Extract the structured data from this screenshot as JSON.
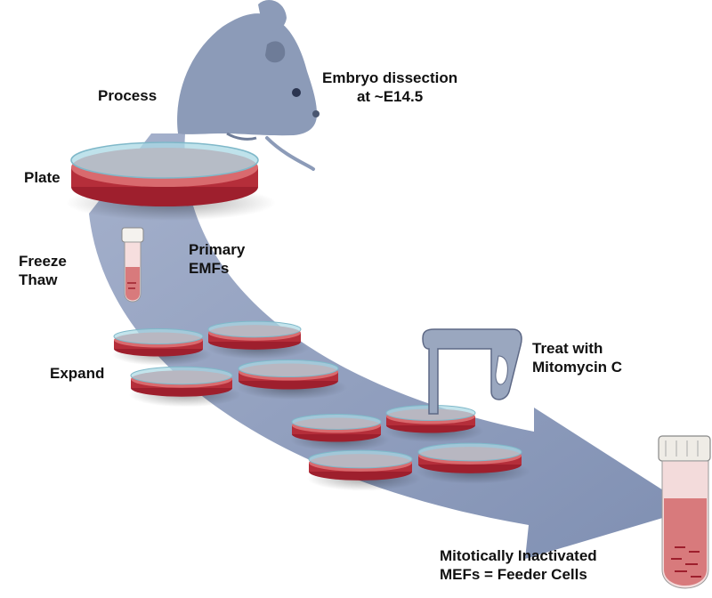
{
  "labels": {
    "process": "Process",
    "embryo_line1": "Embryo dissection",
    "embryo_line2": "at ~E14.5",
    "plate": "Plate",
    "freeze": "Freeze",
    "thaw": "Thaw",
    "primary_line1": "Primary",
    "primary_line2": "EMFs",
    "expand": "Expand",
    "treat_line1": "Treat with",
    "treat_line2": "Mitomycin C",
    "result_line1": "Mitotically Inactivated",
    "result_line2": "MEFs = Feeder Cells"
  },
  "colors": {
    "arrow": "#8e9dbd",
    "mouse": "#8c9bb8",
    "mouse_dark": "#6e7c98",
    "dish_media": "#d96a6e",
    "dish_dark": "#9e1f2d",
    "dish_lid": "#a9d8e4",
    "tube_liquid": "#d87a7c",
    "pipette": "#9aa7bf",
    "text": "#111111"
  },
  "icons": [
    "mouse-icon",
    "petri-dish-icon",
    "cryovial-icon",
    "pipette-icon",
    "culture-tube-icon"
  ]
}
